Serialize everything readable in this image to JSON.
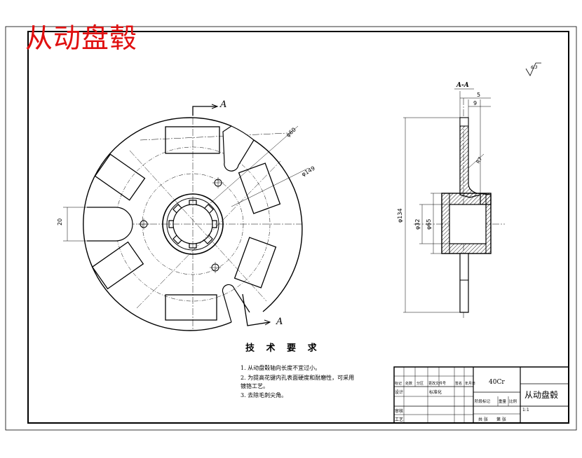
{
  "title_overlay": "从动盘毂",
  "section_labels": {
    "cut_top": "A",
    "cut_bottom": "A",
    "section_view": "A-A"
  },
  "surface_roughness": "6.3",
  "dimensions": {
    "front_view": {
      "outer_diameter": "φ60",
      "hole_circle": "φ149",
      "slot_width": "20"
    },
    "section_view": {
      "d134": "φ134",
      "d32": "φ32",
      "d65": "φ65",
      "w5": "5",
      "w9": "9",
      "r7": "R7"
    }
  },
  "requirements": {
    "title": "技 术 要 求",
    "items": [
      "1. 从动盘毂轴向长度不宜过小。",
      "2. 为提高花键内孔表面硬度和耐磨性，可采用",
      "镀铬工艺。",
      "3. 去除毛刺尖角。"
    ]
  },
  "title_block": {
    "material": "40Cr",
    "part_name": "从动盘毂",
    "row_labels": {
      "design": "设计",
      "check": "审核",
      "process": "工艺"
    },
    "mark_labels": [
      "标记",
      "处数",
      "分区",
      "更改文件号",
      "签名",
      "年月日"
    ],
    "standardization": "标准化",
    "stage_mark": "阶段标记",
    "weight": "重量",
    "scale": "比例",
    "scale_value": "1:1",
    "sheet_total": "共 张",
    "sheet_no": "第 张"
  },
  "colors": {
    "line": "#000000",
    "overlay": "#e01010",
    "hatch": "#000000"
  }
}
